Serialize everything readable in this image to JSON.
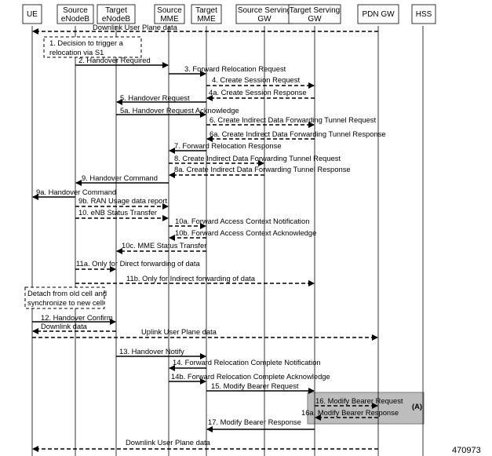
{
  "diagram": {
    "figure_number": "470973",
    "region_label": "(A)",
    "participants": [
      {
        "id": "ue",
        "name": "UE"
      },
      {
        "id": "senb",
        "name": "Source eNodeB"
      },
      {
        "id": "tenb",
        "name": "Target eNodeB"
      },
      {
        "id": "smme",
        "name": "Source MME"
      },
      {
        "id": "tmme",
        "name": "Target MME"
      },
      {
        "id": "ssgw",
        "name": "Source Serving GW"
      },
      {
        "id": "tsgw",
        "name": "Target Serving GW"
      },
      {
        "id": "pdn",
        "name": "PDN GW"
      },
      {
        "id": "hss",
        "name": "HSS"
      }
    ],
    "notes": [
      {
        "id": "decision",
        "text": "1. Decision to trigger a relocation via S1"
      },
      {
        "id": "detach",
        "text": "Detach from old cell and synchronize to new cell"
      }
    ],
    "messages": [
      {
        "from": "pdn",
        "to": "ue",
        "label": "Downlink User Plane data",
        "style": "dashed"
      },
      {
        "from": "senb",
        "to": "smme",
        "label": "2. Handover Required",
        "style": "solid"
      },
      {
        "from": "smme",
        "to": "tmme",
        "label": "3. Forward Relocation Request",
        "style": "solid"
      },
      {
        "from": "tmme",
        "to": "tsgw",
        "label": "4. Create Session Request",
        "style": "dashed"
      },
      {
        "from": "tsgw",
        "to": "tmme",
        "label": "4a. Create Session Response",
        "style": "dashed"
      },
      {
        "from": "tmme",
        "to": "tenb",
        "label": "5. Handover Request",
        "style": "solid"
      },
      {
        "from": "tenb",
        "to": "tmme",
        "label": "5a. Handover Request Acknowledge",
        "style": "solid"
      },
      {
        "from": "tmme",
        "to": "tsgw",
        "label": "6. Create Indirect  Data Forwarding Tunnel Request",
        "style": "dashed"
      },
      {
        "from": "tsgw",
        "to": "tmme",
        "label": "6a. Create Indirect  Data Forwarding Tunnel Response",
        "style": "dashed"
      },
      {
        "from": "tmme",
        "to": "smme",
        "label": "7. Forward Relocation Response",
        "style": "solid"
      },
      {
        "from": "smme",
        "to": "ssgw",
        "label": "8. Create Indirect  Data Forwarding Tunnel Request",
        "style": "dashed"
      },
      {
        "from": "ssgw",
        "to": "smme",
        "label": "8a. Create Indirect  Data Forwarding Tunnel Response",
        "style": "dashed"
      },
      {
        "from": "smme",
        "to": "senb",
        "label": "9. Handover Command",
        "style": "solid"
      },
      {
        "from": "senb",
        "to": "ue",
        "label": "9a. Handover Command",
        "style": "solid"
      },
      {
        "from": "senb",
        "to": "smme",
        "label": "9b. RAN Usage data report",
        "style": "dashed"
      },
      {
        "from": "senb",
        "to": "smme",
        "label": "10. eNB Status Transfer",
        "style": "dashed"
      },
      {
        "from": "smme",
        "to": "tmme",
        "label": "10a. Forward Access Context Notification",
        "style": "dashed"
      },
      {
        "from": "tmme",
        "to": "smme",
        "label": "10b. Forward Access Context Acknowledge",
        "style": "dashed"
      },
      {
        "from": "tmme",
        "to": "tenb",
        "label": "10c. MME Status Transfer",
        "style": "dashed"
      },
      {
        "from": "senb",
        "to": "tenb",
        "label": "11a. Only for Direct forwarding of data",
        "style": "dashed"
      },
      {
        "from": "senb",
        "to": "tsgw",
        "label": "11b. Only for Indirect forwarding of data",
        "style": "dashed"
      },
      {
        "from": "ue",
        "to": "tenb",
        "label": "12. Handover Confirm",
        "style": "solid"
      },
      {
        "from": "tenb",
        "to": "ue",
        "label": "Downlink data",
        "style": "dashed"
      },
      {
        "from": "ue",
        "to": "pdn",
        "label": "Uplink User Plane data",
        "style": "dashed"
      },
      {
        "from": "tenb",
        "to": "tmme",
        "label": "13. Handover Notify",
        "style": "solid"
      },
      {
        "from": "tmme",
        "to": "smme",
        "label": "14. Forward Relocation Complete Notification",
        "style": "solid"
      },
      {
        "from": "smme",
        "to": "tmme",
        "label": "14b. Forward Relocation Complete Acknowledge",
        "style": "solid"
      },
      {
        "from": "tmme",
        "to": "tsgw",
        "label": "15. Modify Bearer Request",
        "style": "solid"
      },
      {
        "from": "tsgw",
        "to": "pdn",
        "label": "16. Modify Bearer Request",
        "style": "dashed"
      },
      {
        "from": "pdn",
        "to": "tsgw",
        "label": "16a. Modify Bearer Response",
        "style": "dashed"
      },
      {
        "from": "tsgw",
        "to": "tmme",
        "label": "17. Modify Bearer Response",
        "style": "solid"
      },
      {
        "from": "pdn",
        "to": "ue",
        "label": "Downlink User Plane data",
        "style": "dashed"
      }
    ]
  }
}
